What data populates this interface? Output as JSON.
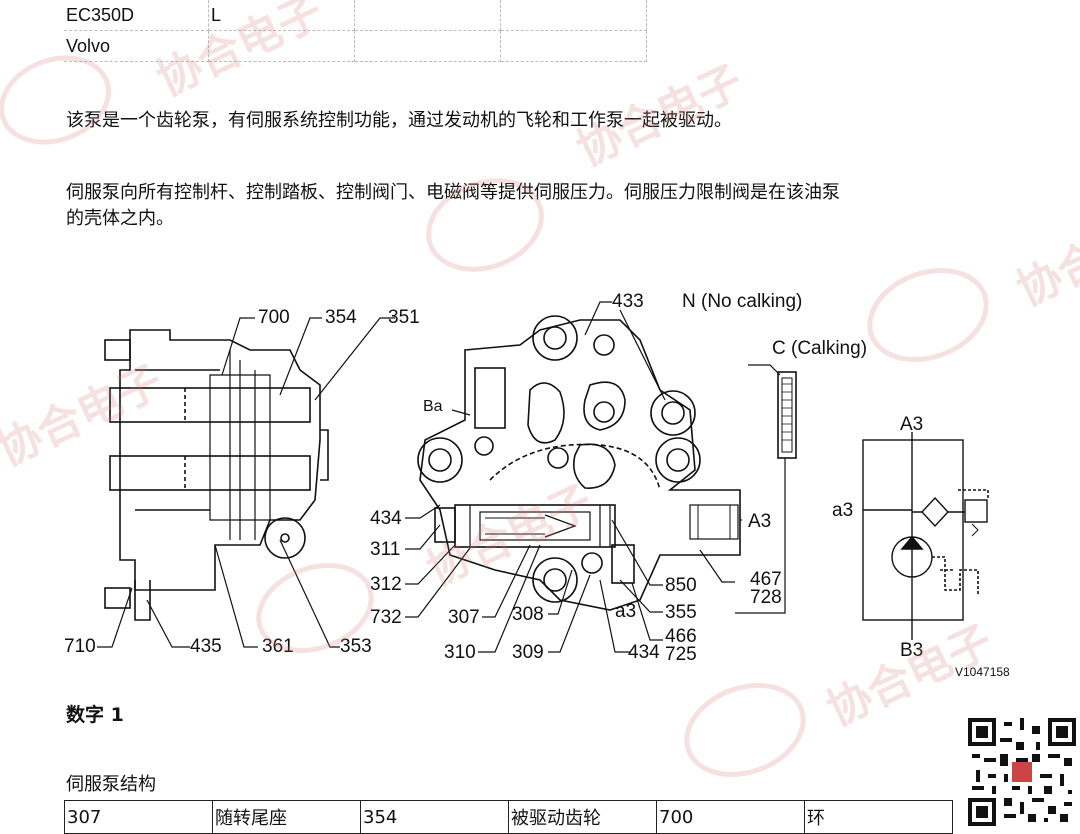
{
  "top_table": {
    "rows": [
      [
        "EC350D",
        "L",
        "",
        "",
        ""
      ],
      [
        "Volvo",
        "",
        "",
        "",
        ""
      ]
    ]
  },
  "paragraphs": {
    "p1": "该泵是一个齿轮泵，有伺服系统控制功能，通过发动机的飞轮和工作泵一起被驱动。",
    "p2_line1": "伺服泵向所有控制杆、控制踏板、控制阀门、电磁阀等提供伺服压力。伺服压力限制阀是在该油泵",
    "p2_line2": "的壳体之内。"
  },
  "figure": {
    "labels": {
      "l700": "700",
      "l354": "354",
      "l351": "351",
      "l710": "710",
      "l435": "435",
      "l361": "361",
      "l353": "353",
      "l433": "433",
      "lN": "N (No calking)",
      "lC": "C (Calking)",
      "lBa": "Ba",
      "l434a": "434",
      "l311": "311",
      "l312": "312",
      "l732": "732",
      "l307": "307",
      "l308": "308",
      "l310": "310",
      "l309": "309",
      "l434b": "434",
      "la3": "a3",
      "l850": "850",
      "l467": "467",
      "l728": "728",
      "l355": "355",
      "l466": "466",
      "l725": "725",
      "lA3": "A3",
      "hA3": "A3",
      "ha3": "a3",
      "hB3": "B3",
      "code": "V1047158"
    }
  },
  "figure_heading": "数字 1",
  "table_caption": "伺服泵结构",
  "bottom_table": {
    "cells": [
      "307",
      "随转尾座",
      "354",
      "被驱动齿轮",
      "700",
      "环"
    ]
  },
  "watermark": {
    "text": "协合电子",
    "color": "#d77878"
  }
}
